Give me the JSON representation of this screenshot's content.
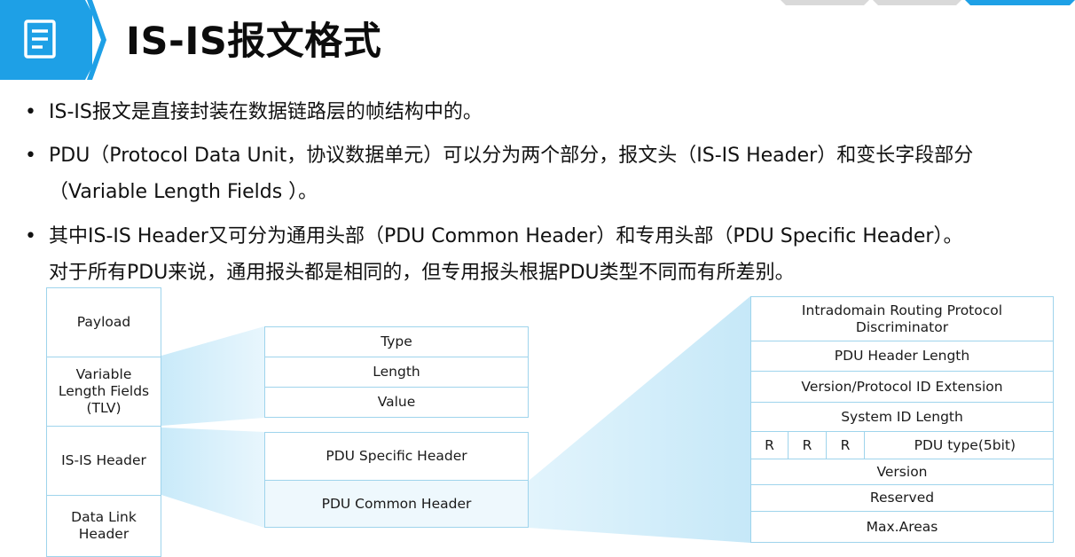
{
  "header": {
    "title": "IS-IS报文格式",
    "icon": "document-icon"
  },
  "bullets": [
    {
      "lines": [
        "IS-IS报文是直接封装在数据链路层的帧结构中的。"
      ]
    },
    {
      "lines": [
        "PDU（Protocol Data Unit，协议数据单元）可以分为两个部分，报文头（IS-IS Header）和变长字段部分",
        "（Variable Length Fields ）。"
      ]
    },
    {
      "lines": [
        "其中IS-IS Header又可分为通用头部（PDU Common Header）和专用头部（PDU Specific Header）。",
        "对于所有PDU来说，通用报头都是相同的，但专用报头根据PDU类型不同而有所差别。"
      ]
    }
  ],
  "diagram": {
    "frame": [
      "Payload",
      "Variable Length Fields (TLV)",
      "IS-IS Header",
      "Data Link Header"
    ],
    "tlv": [
      "Type",
      "Length",
      "Value"
    ],
    "isis_header": [
      "PDU Specific Header",
      "PDU Common Header"
    ],
    "common_header": {
      "rows_top": [
        "Intradomain Routing Protocol Discriminator",
        "PDU Header Length",
        "Version/Protocol ID Extension",
        "System ID Length"
      ],
      "reserved_bits": [
        "R",
        "R",
        "R"
      ],
      "pdu_type": "PDU type(5bit)",
      "rows_bottom": [
        "Version",
        "Reserved",
        "Max.Areas"
      ]
    }
  },
  "colors": {
    "accent": "#1ea0e6",
    "border": "#9fd4ec",
    "band": "#d3eefb"
  }
}
